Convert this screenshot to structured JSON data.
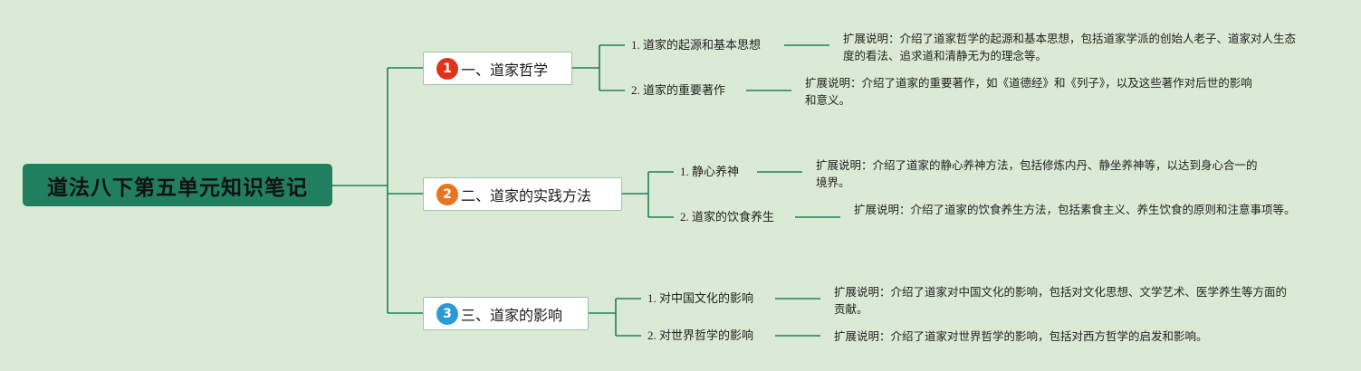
{
  "root": {
    "title": "道法八下第五单元知识笔记"
  },
  "branches": [
    {
      "number": "1",
      "badge_color": "#e0331c",
      "label": "一、道家哲学",
      "children": [
        {
          "label": "1. 道家的起源和基本思想",
          "desc": "扩展说明：介绍了道家哲学的起源和基本思想，包括道家学派的创始人老子、道家对人生态度的看法、追求道和清静无为的理念等。"
        },
        {
          "label": "2. 道家的重要著作",
          "desc": "扩展说明：介绍了道家的重要著作，如《道德经》和《列子》，以及这些著作对后世的影响和意义。"
        }
      ]
    },
    {
      "number": "2",
      "badge_color": "#e8741e",
      "label": "二、道家的实践方法",
      "children": [
        {
          "label": "1. 静心养神",
          "desc": "扩展说明：介绍了道家的静心养神方法，包括修炼内丹、静坐养神等，以达到身心合一的境界。"
        },
        {
          "label": "2. 道家的饮食养生",
          "desc": "扩展说明：介绍了道家的饮食养生方法，包括素食主义、养生饮食的原则和注意事项等。"
        }
      ]
    },
    {
      "number": "3",
      "badge_color": "#2a9ad6",
      "label": "三、道家的影响",
      "children": [
        {
          "label": "1. 对中国文化的影响",
          "desc": "扩展说明：介绍了道家对中国文化的影响，包括对文化思想、文学艺术、医学养生等方面的贡献。"
        },
        {
          "label": "2. 对世界哲学的影响",
          "desc": "扩展说明：介绍了道家对世界哲学的影响，包括对西方哲学的启发和影响。"
        }
      ]
    }
  ],
  "colors": {
    "line": "#1f7f5e",
    "root_bg": "#1f7f5e",
    "background": "#dbead4"
  }
}
